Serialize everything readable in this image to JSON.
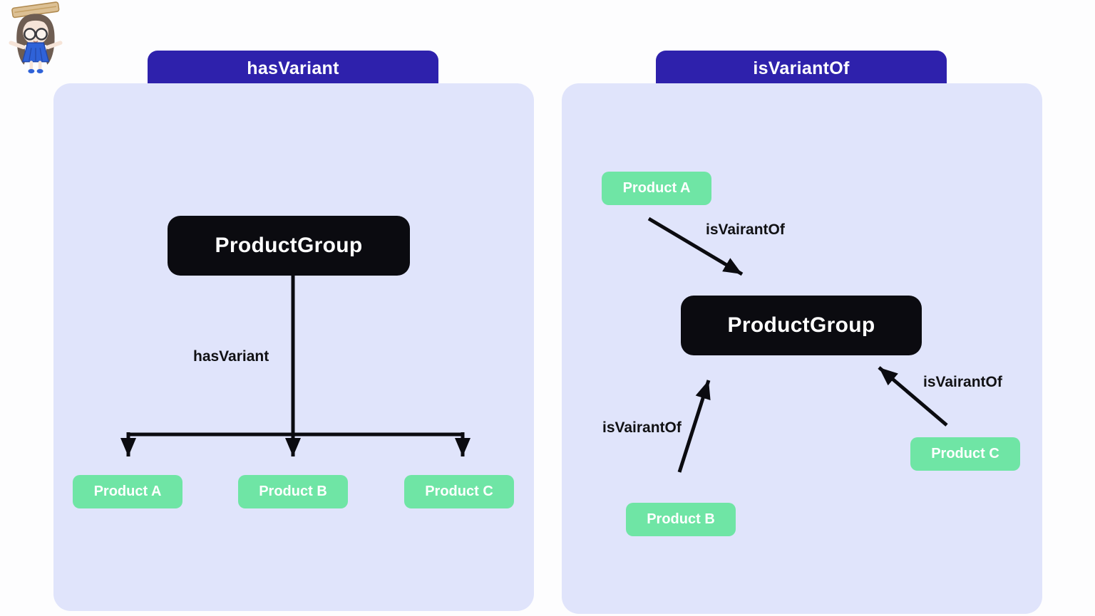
{
  "left": {
    "title": "hasVariant",
    "group": "ProductGroup",
    "edge_label": "hasVariant",
    "products": [
      {
        "label": "Product A"
      },
      {
        "label": "Product B"
      },
      {
        "label": "Product C"
      }
    ]
  },
  "right": {
    "title": "isVariantOf",
    "group": "ProductGroup",
    "products": [
      {
        "label": "Product A",
        "edge_label": "isVairantOf"
      },
      {
        "label": "Product B",
        "edge_label": "isVairantOf"
      },
      {
        "label": "Product C",
        "edge_label": "isVairantOf"
      }
    ]
  },
  "colors": {
    "header_bg": "#2E21AC",
    "panel_bg": "#E0E4FB",
    "node_dark": "#0B0B10",
    "node_green": "#6FE5A5",
    "text_light": "#FFFFFF",
    "arrow": "#0B0B10"
  }
}
